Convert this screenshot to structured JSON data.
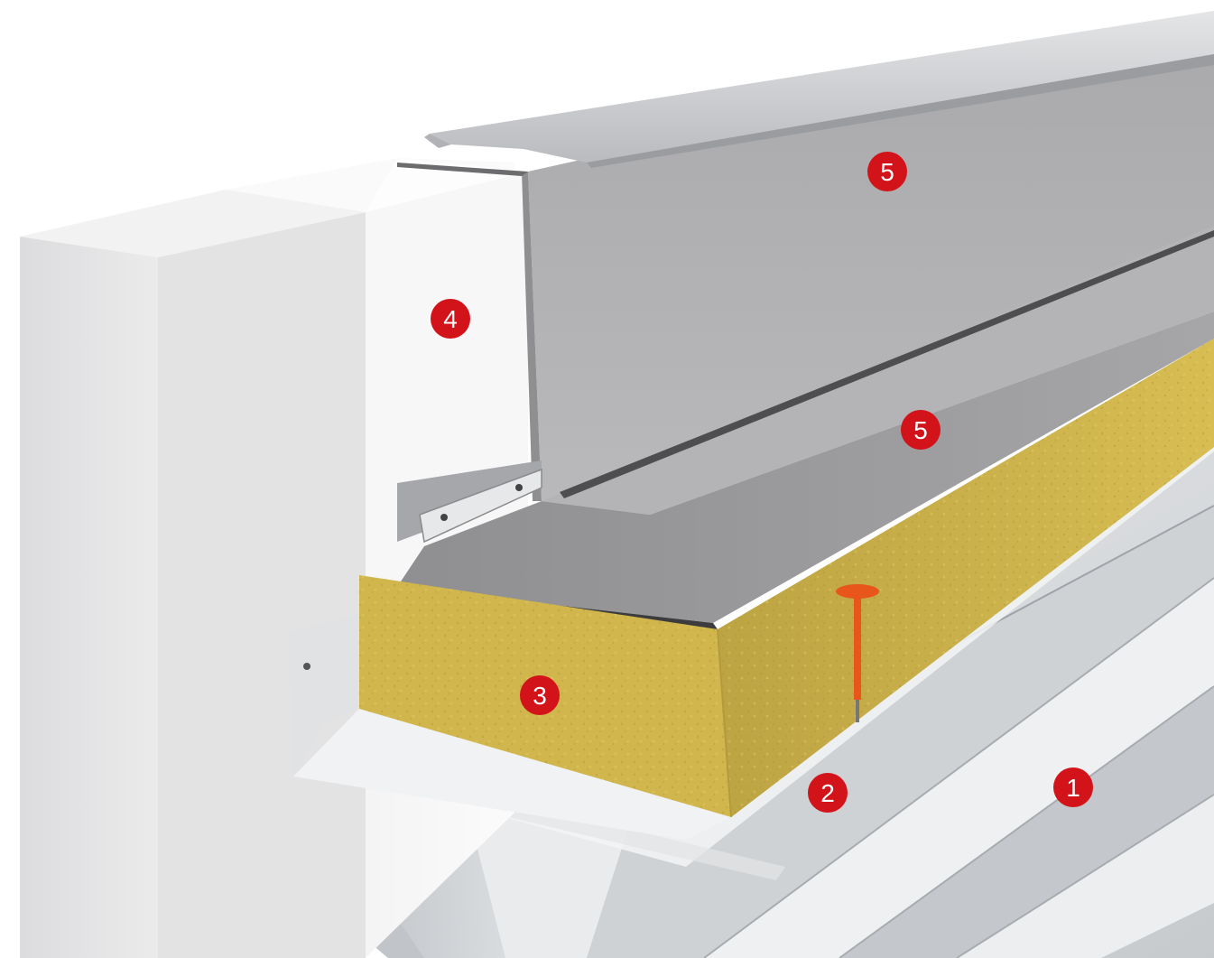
{
  "markers": [
    {
      "id": "deck",
      "label": "1"
    },
    {
      "id": "vapour",
      "label": "2"
    },
    {
      "id": "insulation",
      "label": "3"
    },
    {
      "id": "upstand",
      "label": "4"
    },
    {
      "id": "membrane-upper",
      "label": "5"
    },
    {
      "id": "membrane-lower",
      "label": "5"
    }
  ],
  "colors": {
    "marker_fill": "#d3131a",
    "marker_text": "#ffffff",
    "insulation": "#c9b04a",
    "membrane": "#9d9d9f",
    "metal": "#d4d7db",
    "wall": "#e7e7e8",
    "fastener": "#e8561c"
  }
}
